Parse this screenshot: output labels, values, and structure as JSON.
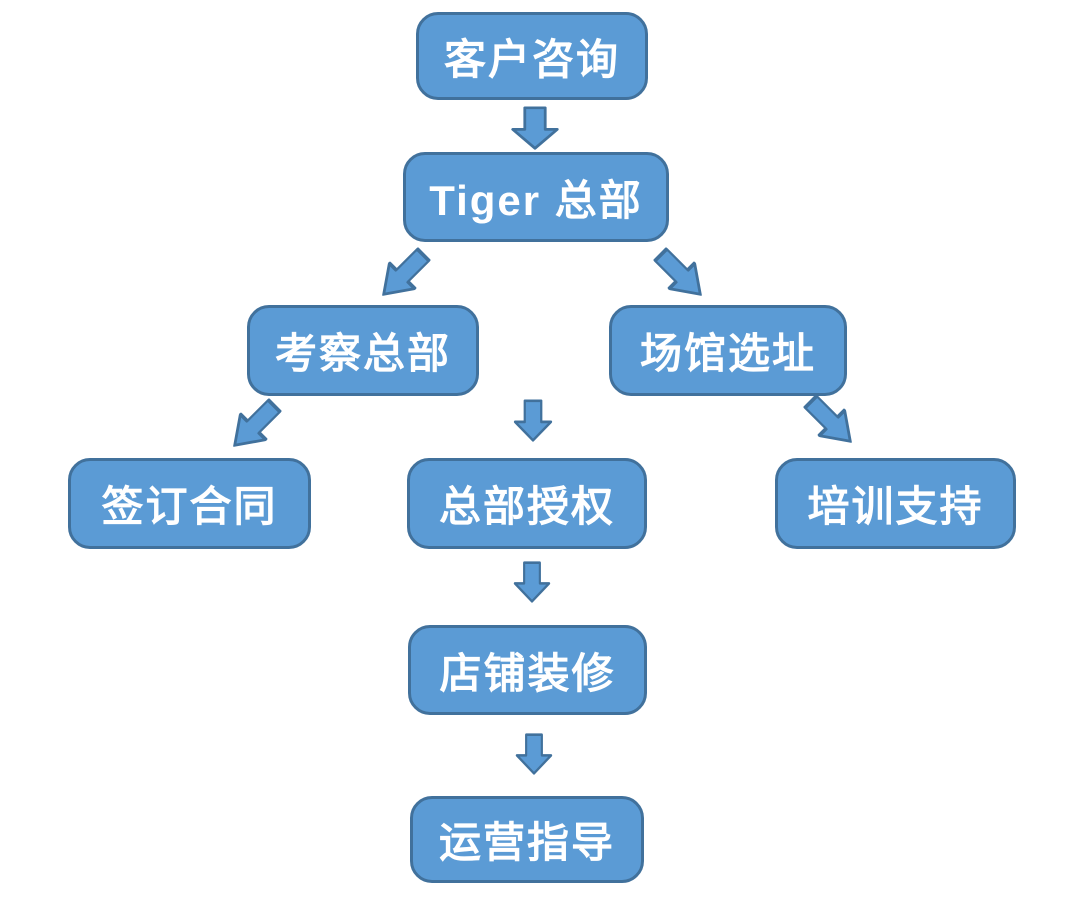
{
  "diagram": {
    "type": "flowchart",
    "colors": {
      "background": "#FFFFFF",
      "node_fill": "#5B9BD5",
      "node_border": "#41719C",
      "arrow_fill": "#5B9BD5",
      "arrow_border": "#41719C",
      "text": "#FFFFFF"
    },
    "nodes": [
      {
        "label": "客户咨询"
      },
      {
        "label": "Tiger 总部"
      },
      {
        "label": "考察总部"
      },
      {
        "label": "场馆选址"
      },
      {
        "label": "签订合同"
      },
      {
        "label": "总部授权"
      },
      {
        "label": "培训支持"
      },
      {
        "label": "店铺装修"
      },
      {
        "label": "运营指导"
      }
    ],
    "edges": [
      {
        "from": "客户咨询",
        "to": "Tiger 总部",
        "direction": "down"
      },
      {
        "from": "Tiger 总部",
        "to": "考察总部",
        "direction": "down-left"
      },
      {
        "from": "Tiger 总部",
        "to": "场馆选址",
        "direction": "down-right"
      },
      {
        "from": "考察总部",
        "to": "签订合同",
        "direction": "down-left"
      },
      {
        "from": "考察总部",
        "to": "总部授权",
        "direction": "down"
      },
      {
        "from": "场馆选址",
        "to": "培训支持",
        "direction": "down-right"
      },
      {
        "from": "总部授权",
        "to": "店铺装修",
        "direction": "down"
      },
      {
        "from": "店铺装修",
        "to": "运营指导",
        "direction": "down"
      }
    ]
  }
}
